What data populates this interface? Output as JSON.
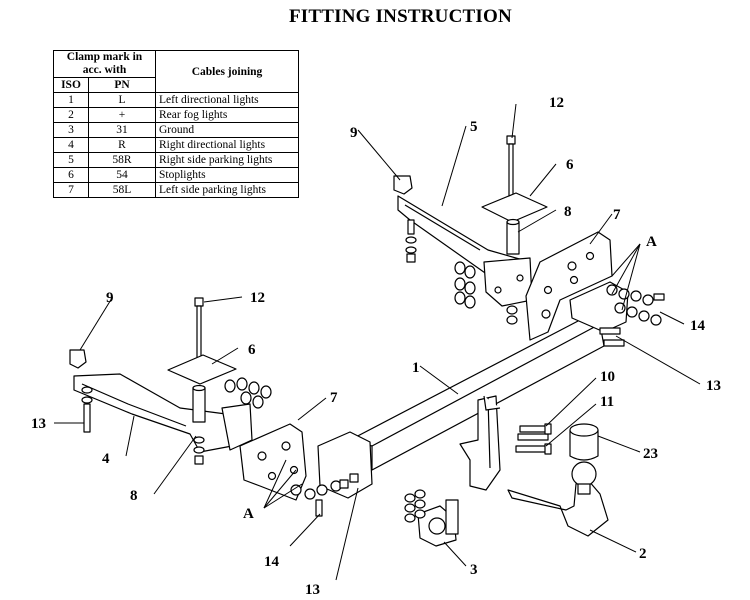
{
  "title": "FITTING INSTRUCTION",
  "table": {
    "header_clamp": "Clamp mark in acc. with",
    "header_iso": "ISO",
    "header_pn": "PN",
    "header_cables": "Cables joining",
    "rows": [
      {
        "iso": "1",
        "pn": "L",
        "desc": "Left directional lights"
      },
      {
        "iso": "2",
        "pn": "+",
        "desc": "Rear fog lights"
      },
      {
        "iso": "3",
        "pn": "31",
        "desc": "Ground"
      },
      {
        "iso": "4",
        "pn": "R",
        "desc": "Right directional lights"
      },
      {
        "iso": "5",
        "pn": "58R",
        "desc": "Right side parking lights"
      },
      {
        "iso": "6",
        "pn": "54",
        "desc": "Stoplights"
      },
      {
        "iso": "7",
        "pn": "58L",
        "desc": "Left side parking lights"
      }
    ]
  },
  "callouts": {
    "c1": "1",
    "c2": "2",
    "c3": "3",
    "c4": "4",
    "c5": "5",
    "c6a": "6",
    "c6b": "6",
    "c7a": "7",
    "c7b": "7",
    "c8a": "8",
    "c8b": "8",
    "c9a": "9",
    "c9b": "9",
    "c10": "10",
    "c11": "11",
    "c12a": "12",
    "c12b": "12",
    "c13a": "13",
    "c13b": "13",
    "c13c": "13",
    "c14a": "14",
    "c14b": "14",
    "c23": "23",
    "ca1": "A",
    "ca2": "A"
  }
}
